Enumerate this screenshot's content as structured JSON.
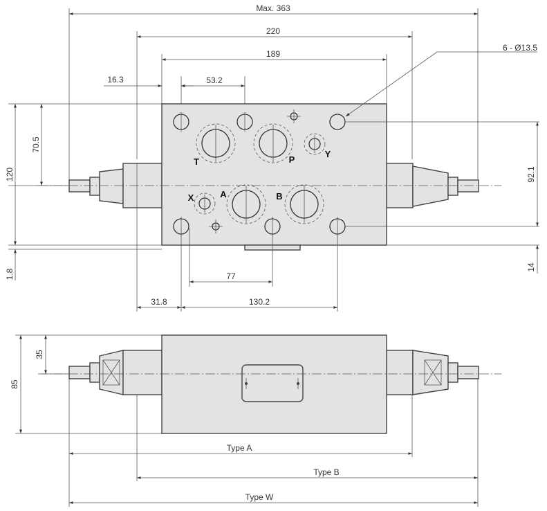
{
  "dimensions": {
    "max_length": "Max. 363",
    "width_220": "220",
    "width_189": "189",
    "offset_16_3": "16.3",
    "spacing_53_2": "53.2",
    "holes_label": "6 - Ø13.5",
    "height_70_5": "70.5",
    "height_120": "120",
    "height_92_1": "92.1",
    "offset_1_8": "1.8",
    "offset_14": "14",
    "spacing_77": "77",
    "offset_31_8": "31.8",
    "spacing_130_2": "130.2",
    "depth_35": "35",
    "depth_85": "85",
    "type_a": "Type A",
    "type_b": "Type B",
    "type_w": "Type W"
  },
  "ports": {
    "t": "T",
    "p": "P",
    "y": "Y",
    "x": "X",
    "a": "A",
    "b": "B"
  }
}
